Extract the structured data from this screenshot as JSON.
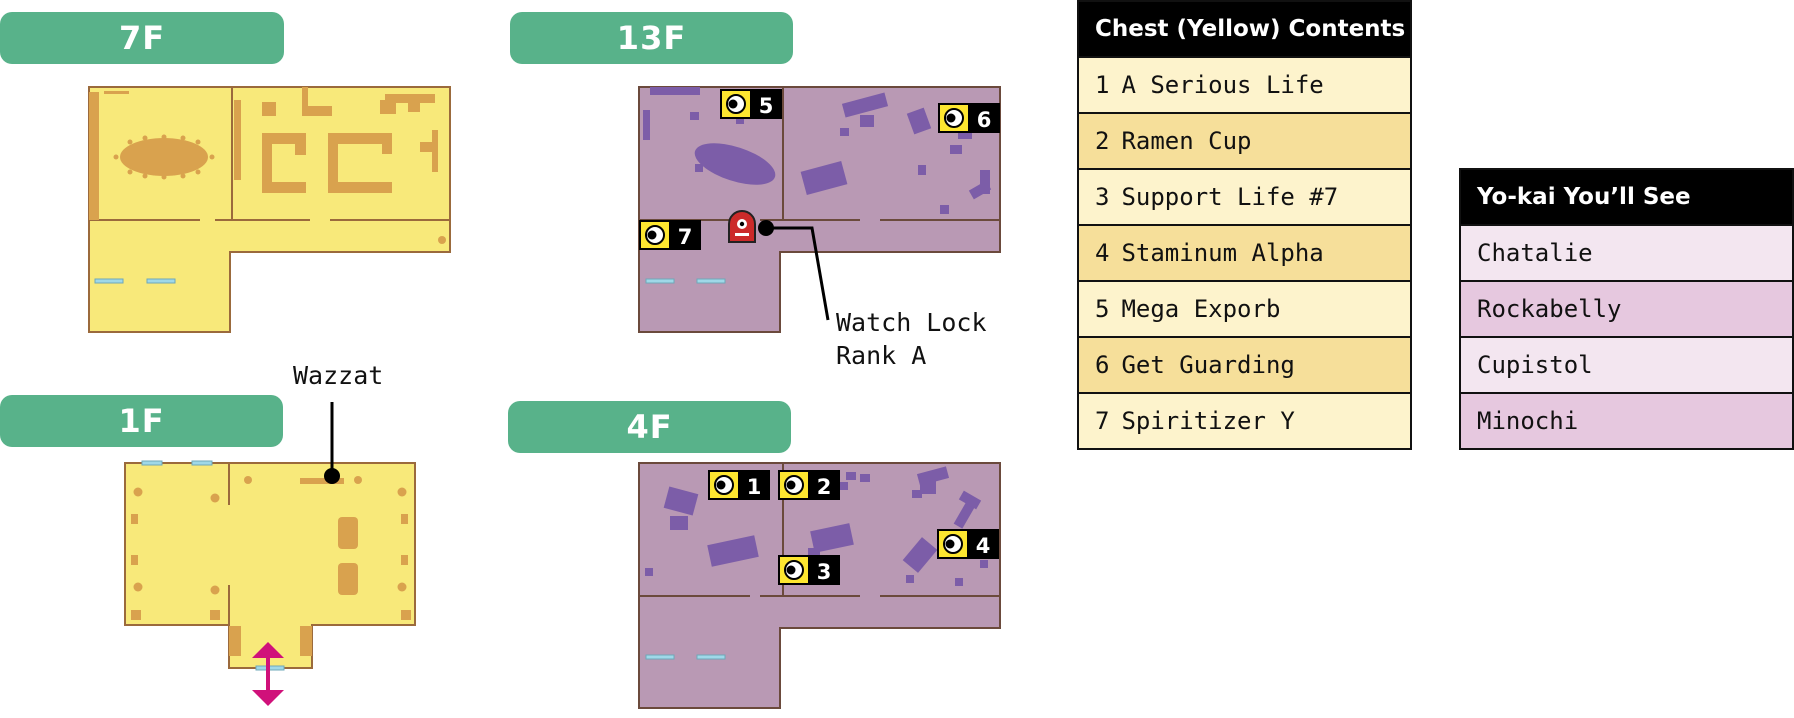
{
  "floors": [
    {
      "id": "7F",
      "label": "7F"
    },
    {
      "id": "13F",
      "label": "13F"
    },
    {
      "id": "1F",
      "label": "1F"
    },
    {
      "id": "4F",
      "label": "4F"
    }
  ],
  "markers": {
    "chests": [
      {
        "number": "1",
        "floor": "4F"
      },
      {
        "number": "2",
        "floor": "4F"
      },
      {
        "number": "3",
        "floor": "4F"
      },
      {
        "number": "4",
        "floor": "4F"
      },
      {
        "number": "5",
        "floor": "13F"
      },
      {
        "number": "6",
        "floor": "13F"
      },
      {
        "number": "7",
        "floor": "13F"
      }
    ],
    "watch_lock": {
      "line1": "Watch Lock",
      "line2": "Rank A",
      "floor": "13F"
    },
    "wazzat": {
      "label": "Wazzat",
      "floor": "1F"
    }
  },
  "chest_table": {
    "title": "Chest (Yellow) Contents",
    "rows": [
      {
        "num": "1",
        "item": "A Serious Life"
      },
      {
        "num": "2",
        "item": "Ramen Cup"
      },
      {
        "num": "3",
        "item": "Support Life #7"
      },
      {
        "num": "4",
        "item": "Staminum Alpha"
      },
      {
        "num": "5",
        "item": "Mega Exporb"
      },
      {
        "num": "6",
        "item": "Get Guarding"
      },
      {
        "num": "7",
        "item": "Spiritizer Y"
      }
    ]
  },
  "yokai_table": {
    "title": "Yo-kai You’ll See",
    "rows": [
      "Chatalie",
      "Rockabelly",
      "Cupistol",
      "Minochi"
    ]
  },
  "colors": {
    "tab_green": "#58b28a",
    "floor_yellow": "#f8e97a",
    "floor_outline": "#9b6a3c",
    "furniture_tan": "#d9a24e",
    "floor_purple": "#b999b4",
    "furniture_purple": "#7c5da8",
    "door_blue": "#9fd8e8",
    "chest_yellow": "#fde630",
    "watch_red": "#cc2a2a",
    "exit_magenta": "#d0117a",
    "chest_row_light": "#fdf3cc",
    "chest_row_dark": "#f6df9a",
    "yokai_row_light": "#f3e6f0",
    "yokai_row_dark": "#e6c8df"
  }
}
